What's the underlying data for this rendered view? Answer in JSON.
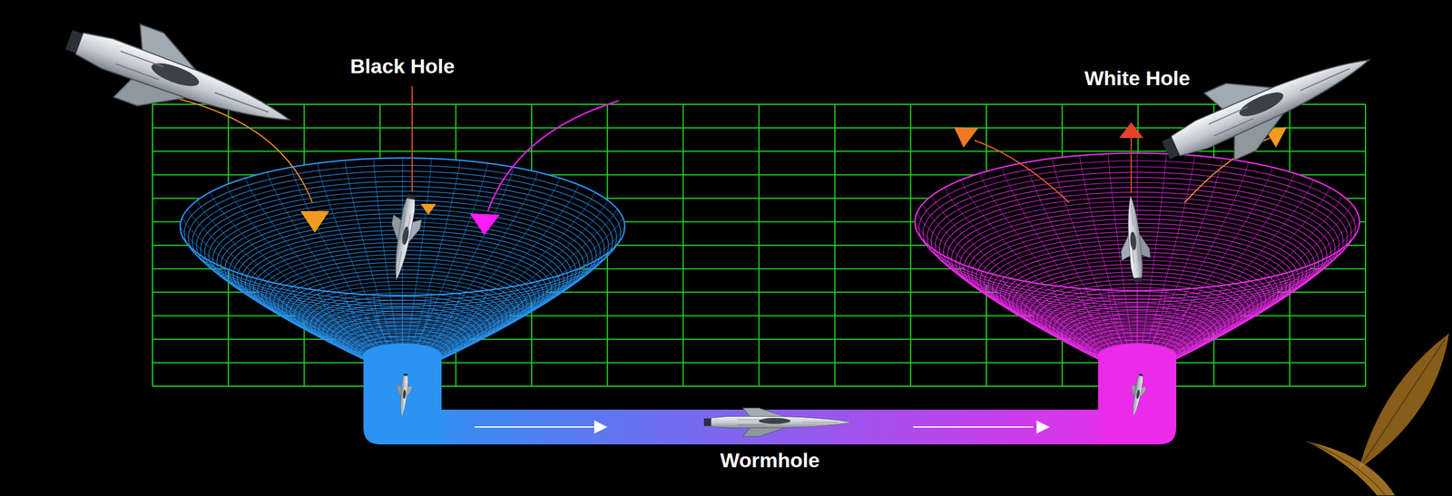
{
  "diagram": {
    "nodes": [
      {
        "text": [
          "Black Hole"
        ]
      },
      {
        "text": [
          "White Hole"
        ]
      }
    ],
    "edges": [
      {
        "from": 0,
        "to": 1,
        "arrow": "to",
        "label": "Wormhole"
      }
    ]
  }
}
